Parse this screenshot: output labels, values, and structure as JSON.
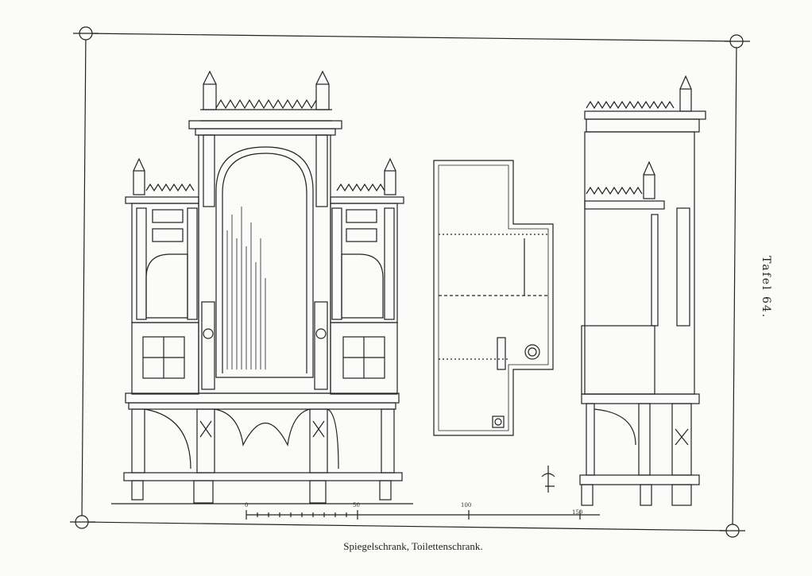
{
  "plate": {
    "plate_label": "Tafel 64.",
    "caption": "Spiegelschrank, Toilettenschrank.",
    "scale_ticks": [
      "0",
      "50",
      "100",
      "150"
    ]
  },
  "colors": {
    "ink": "#222222",
    "paper": "#fbfbf9"
  }
}
